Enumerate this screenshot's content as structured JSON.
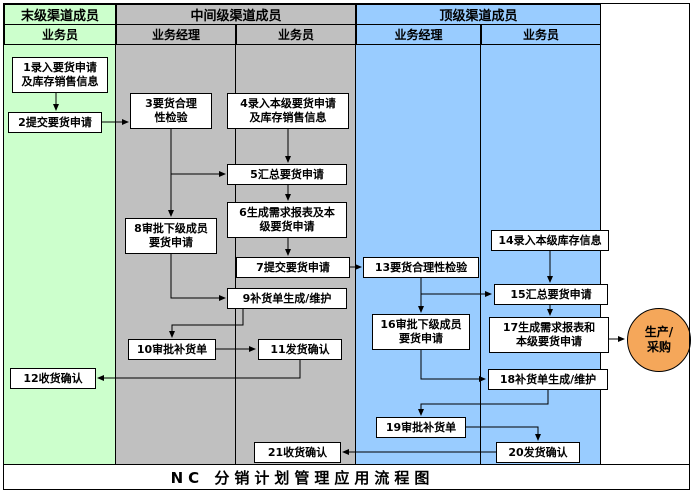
{
  "title": "NC 分销计划管理应用流程图",
  "colors": {
    "lane_end": "#ccffcc",
    "lane_mid": "#c0c0c0",
    "lane_top": "#99ccff",
    "terminal": "#f5a75a",
    "node_bg": "#ffffff"
  },
  "lanes": [
    {
      "label": "末级渠道成员",
      "columns": [
        "业务员"
      ]
    },
    {
      "label": "中间级渠道成员",
      "columns": [
        "业务经理",
        "业务员"
      ]
    },
    {
      "label": "顶级渠道成员",
      "columns": [
        "业务经理",
        "业务员"
      ]
    }
  ],
  "nodes": {
    "n1": "1录入要货申请\n及库存销售信息",
    "n2": "2提交要货申请",
    "n3": "3要货合理\n性检验",
    "n4": "4录入本级要货申请\n及库存销售信息",
    "n5": "5汇总要货申请",
    "n6": "6生成需求报表及本\n级要货申请",
    "n7": "7提交要货申请",
    "n8": "8审批下级成员\n要货申请",
    "n9": "9补货单生成/维护",
    "n10": "10审批补货单",
    "n11": "11发货确认",
    "n12": "12收货确认",
    "n13": "13要货合理性检验",
    "n14": "14录入本级库存信息",
    "n15": "15汇总要货申请",
    "n16": "16审批下级成员\n要货申请",
    "n17": "17生成需求报表和\n本级要货申请",
    "n18": "18补货单生成/维护",
    "n19": "19审批补货单",
    "n20": "20发货确认",
    "n21": "21收货确认"
  },
  "terminal": {
    "label": "生产/\n采购"
  }
}
